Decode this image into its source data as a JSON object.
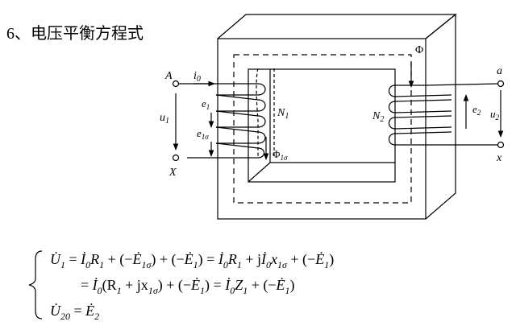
{
  "heading": {
    "number": "6、",
    "title": "电压平衡方程式"
  },
  "diagram": {
    "flux_main": "Φ",
    "flux_leak_base": "Φ",
    "flux_leak_sub": "1σ",
    "left": {
      "terminal_top": "A",
      "terminal_bottom": "X",
      "current_base": "i",
      "current_sub": "0",
      "voltage_base": "u",
      "voltage_sub": "1",
      "emf_base": "e",
      "emf_sub": "1",
      "emf_leak_base": "e",
      "emf_leak_sub": "1σ",
      "winding_base": "N",
      "winding_sub": "1"
    },
    "right": {
      "terminal_top": "a",
      "terminal_bottom": "x",
      "voltage_base": "u",
      "voltage_sub": "2",
      "emf_base": "e",
      "emf_sub": "2",
      "winding_base": "N",
      "winding_sub": "2"
    }
  },
  "equations": {
    "line1": {
      "lhs_base": "U",
      "lhs_sub": "1",
      "terms": [
        {
          "text": "= "
        },
        {
          "dot": "I",
          "sub": "0"
        },
        {
          "text": "R",
          "sub": "1"
        },
        {
          "text": " + (−"
        },
        {
          "dot": "E",
          "sub": "1σ"
        },
        {
          "text": ") + (−"
        },
        {
          "dot": "E",
          "sub": "1"
        },
        {
          "text": ") = "
        },
        {
          "dot": "I",
          "sub": "0"
        },
        {
          "text": "R",
          "sub": "1"
        },
        {
          "text": " + j"
        },
        {
          "dot": "I",
          "sub": "0"
        },
        {
          "text": "x",
          "sub": "1σ"
        },
        {
          "text": " + (−"
        },
        {
          "dot": "E",
          "sub": "1"
        },
        {
          "text": ")"
        }
      ]
    },
    "line2": {
      "terms": [
        {
          "text": "= "
        },
        {
          "dot": "I",
          "sub": "0"
        },
        {
          "text": "(R",
          "sub": "1"
        },
        {
          "text": " + jx",
          "sub": "1σ"
        },
        {
          "text": ") + (−"
        },
        {
          "dot": "E",
          "sub": "1"
        },
        {
          "text": ") = "
        },
        {
          "dot": "I",
          "sub": "0"
        },
        {
          "text": "Z",
          "sub": "1"
        },
        {
          "text": " + (−"
        },
        {
          "dot": "E",
          "sub": "1"
        },
        {
          "text": ")"
        }
      ]
    },
    "line3": {
      "lhs_base": "U",
      "lhs_sub": "20",
      "terms": [
        {
          "text": "= "
        },
        {
          "dot": "E",
          "sub": "2"
        }
      ]
    }
  }
}
